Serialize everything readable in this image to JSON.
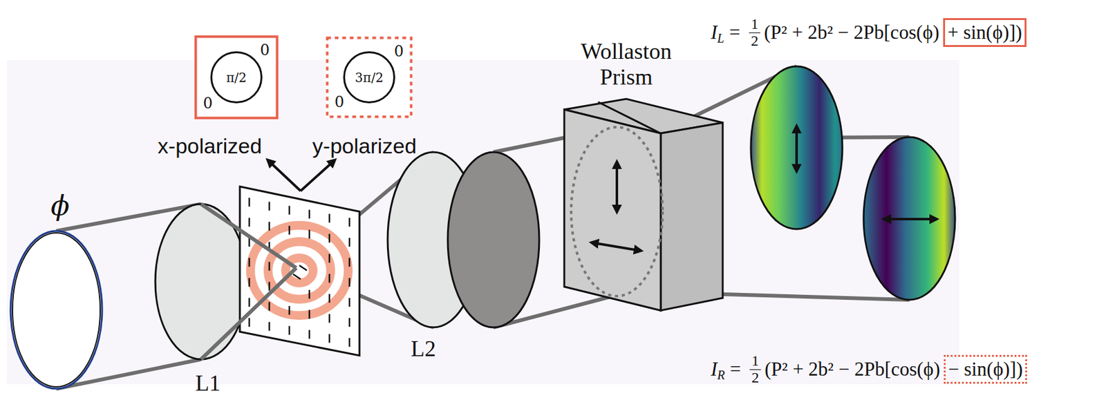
{
  "diagram": {
    "nodes": [
      {
        "text": [
          "0",
          "π/2",
          "0"
        ]
      },
      {
        "text": [
          "0",
          "3π/2",
          "0"
        ]
      }
    ],
    "labels": [
      "ϕ",
      "x-polarized",
      "y-polarized",
      "L1",
      "L2",
      "Wollaston Prism",
      "I",
      "L",
      "=",
      "1",
      "2",
      "(P² + 2b² − 2Pb[cos(ϕ)",
      "+ sin(ϕ)])",
      "I",
      "R",
      "=",
      "1",
      "2",
      "(P² + 2b² − 2Pb[cos(ϕ)",
      "− sin(ϕ)])"
    ]
  }
}
